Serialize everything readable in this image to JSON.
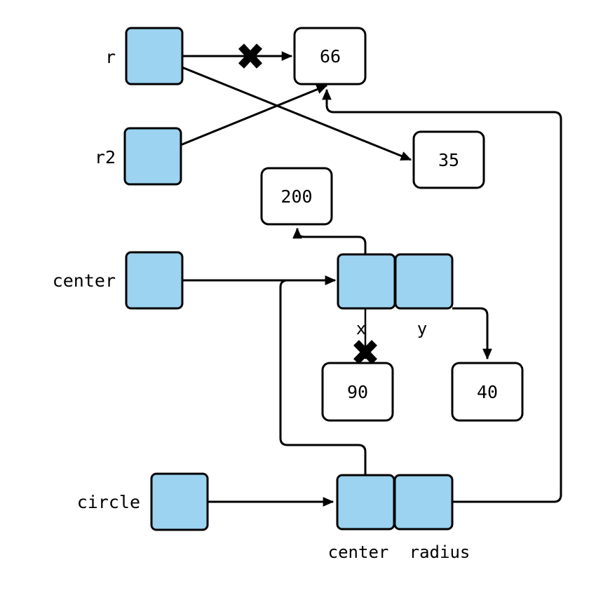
{
  "diagram": {
    "title": "object reference reassignment diagram",
    "colors": {
      "variable_fill": "#9bd3f0",
      "value_fill": "#ffffff",
      "stroke": "#000000",
      "background": "#ffffff"
    },
    "variables": [
      {
        "id": "r",
        "label": "r"
      },
      {
        "id": "r2",
        "label": "r2"
      },
      {
        "id": "center",
        "label": "center"
      },
      {
        "id": "circle",
        "label": "circle"
      }
    ],
    "values": [
      {
        "id": "v66",
        "text": "66"
      },
      {
        "id": "v35",
        "text": "35"
      },
      {
        "id": "v200",
        "text": "200"
      },
      {
        "id": "v90",
        "text": "90"
      },
      {
        "id": "v40",
        "text": "40"
      }
    ],
    "objects": [
      {
        "id": "point-object",
        "fields": [
          {
            "id": "point-x",
            "label": "x"
          },
          {
            "id": "point-y",
            "label": "y"
          }
        ]
      },
      {
        "id": "circle-object",
        "fields": [
          {
            "id": "circle-center",
            "label": "center"
          },
          {
            "id": "circle-radius",
            "label": "radius"
          }
        ]
      }
    ],
    "crossed_out_edges": [
      {
        "id": "cross-r-to-66",
        "from": "r",
        "to": "v66"
      },
      {
        "id": "cross-x-to-90",
        "from": "point-x",
        "to": "v90"
      }
    ],
    "edges": [
      {
        "id": "edge-r-to-35",
        "from": "r",
        "to": "v35"
      },
      {
        "id": "edge-r2-to-66",
        "from": "r2",
        "to": "v66"
      },
      {
        "id": "edge-radius-to-66",
        "from": "circle-radius",
        "to": "v66"
      },
      {
        "id": "edge-x-to-200",
        "from": "point-x",
        "to": "v200"
      },
      {
        "id": "edge-y-to-40",
        "from": "point-y",
        "to": "v40"
      },
      {
        "id": "edge-center-to-point",
        "from": "center",
        "to": "point-object"
      },
      {
        "id": "edge-circle-to-circleobj",
        "from": "circle",
        "to": "circle-object"
      },
      {
        "id": "edge-circlecenter-to-point",
        "from": "circle-center",
        "to": "point-object"
      }
    ]
  }
}
